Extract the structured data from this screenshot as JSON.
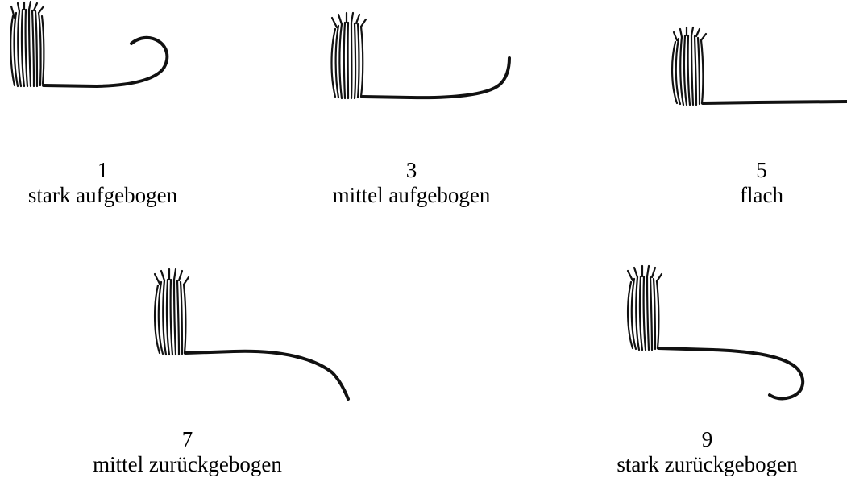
{
  "panels": [
    {
      "id": "p1",
      "number": "1",
      "label": "stark aufgebogen"
    },
    {
      "id": "p3",
      "number": "3",
      "label": "mittel aufgebogen"
    },
    {
      "id": "p5",
      "number": "5",
      "label": "flach"
    },
    {
      "id": "p7",
      "number": "7",
      "label": "mittel zurückgebogen"
    },
    {
      "id": "p9",
      "number": "9",
      "label": "stark zurückgebogen"
    }
  ]
}
